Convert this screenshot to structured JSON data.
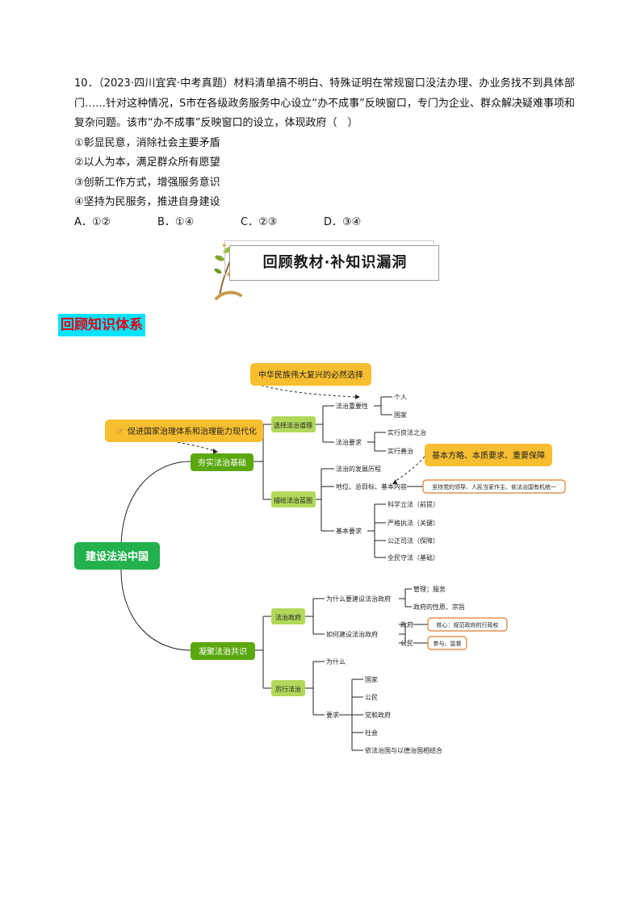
{
  "question": {
    "stem": "10．（2023·四川宜宾·中考真题）材料清单搞不明白、特殊证明在常规窗口没法办理、办业务找不到具体部门……针对这种情况，S市在各级政务服务中心设立“办不成事”反映窗口，专门为企业、群众解决疑难事项和复杂问题。该市“办不成事”反映窗口的设立，体现政府（　）",
    "options": [
      "①彰显民意，消除社会主要矛盾",
      "②以人为本，满足群众所有愿望",
      "③创新工作方式，增强服务意识",
      "④坚持为民服务，推进自身建设"
    ],
    "answers": [
      "A．①②",
      "B．①④",
      "C．②③",
      "D．③④"
    ]
  },
  "banner": {
    "title": "回顾教材·补知识漏洞"
  },
  "section_heading": "回顾知识体系",
  "mindmap": {
    "root": "建设法治中国",
    "branch1": {
      "label": "夯实法治基础",
      "note_main": "促进国家治理体系和治理能力现代化",
      "note_top": "中华民族伟大复兴的必然选择",
      "choose": {
        "label": "选择法治道理",
        "importance": "法治重要性",
        "importance_items": [
          "个人",
          "国家"
        ],
        "requirement": "法治要求",
        "requirement_items": [
          "实行良法之治",
          "实行善治"
        ]
      },
      "blueprint": {
        "label": "描绘法治蓝图",
        "history": "法治的发展历程",
        "status": "地位、总目标、基本内容",
        "status_note": "基本方略、本质要求、重要保障",
        "status_note2": "坚持党的领导、人民当家作主、依法治国有机统一",
        "basic": "基本要求",
        "basic_items": [
          "科学立法（前提）",
          "严格执法（关键）",
          "公正司法（保障）",
          "全民守法（基础）"
        ]
      }
    },
    "branch2": {
      "label": "凝聚法治共识",
      "gov": {
        "label": "法治政府",
        "why": "为什么要建设法治政府",
        "why_items": [
          "管理；服务",
          "政府的性质、宗旨"
        ],
        "how": "如何建设法治政府",
        "how_gov": "政府",
        "how_gov_note": "核心：规范政府的行政权",
        "how_citizen": "公民",
        "how_citizen_note": "参与、监督"
      },
      "practice": {
        "label": "厉行法治",
        "why": "为什么",
        "req": "要求",
        "req_items": [
          "国家",
          "公民",
          "党和政府",
          "社会",
          "依法治国与以德治国相结合"
        ]
      }
    }
  }
}
